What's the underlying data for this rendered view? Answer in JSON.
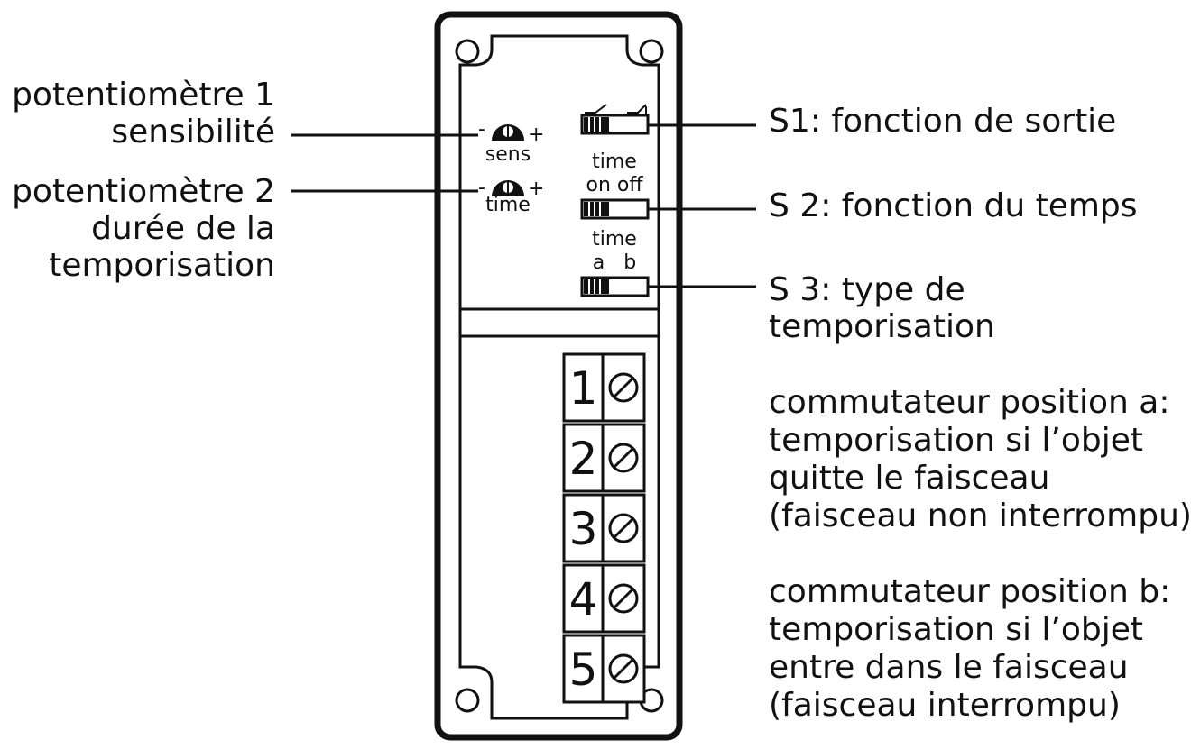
{
  "left_labels": {
    "pot1_line1": "potentiomètre 1",
    "pot1_line2": "sensibilité",
    "pot2_line1": "potentiomètre 2",
    "pot2_line2": "durée de la",
    "pot2_line3": "temporisation"
  },
  "right_labels": {
    "s1": "S1: fonction de sortie",
    "s2": "S 2: fonction du temps",
    "s3_line1": "S 3: type de",
    "s3_line2": "temporisation"
  },
  "notes": {
    "a_line1": "commutateur position a:",
    "a_line2": "temporisation si l’objet",
    "a_line3": "quitte le faisceau",
    "a_line4": "(faisceau non interrompu)",
    "b_line1": "commutateur position b:",
    "b_line2": "temporisation si l’objet",
    "b_line3": "entre dans le faisceau",
    "b_line4": "(faisceau interrompu)"
  },
  "device": {
    "pot1_caption": "sens",
    "pot2_caption": "time",
    "minus": "-",
    "plus": "+",
    "switch2_top": "time",
    "switch2_bottom": "on off",
    "switch3_top": "time",
    "switch3_bottom": "a   b",
    "terminals": [
      "1",
      "2",
      "3",
      "4",
      "5"
    ]
  }
}
